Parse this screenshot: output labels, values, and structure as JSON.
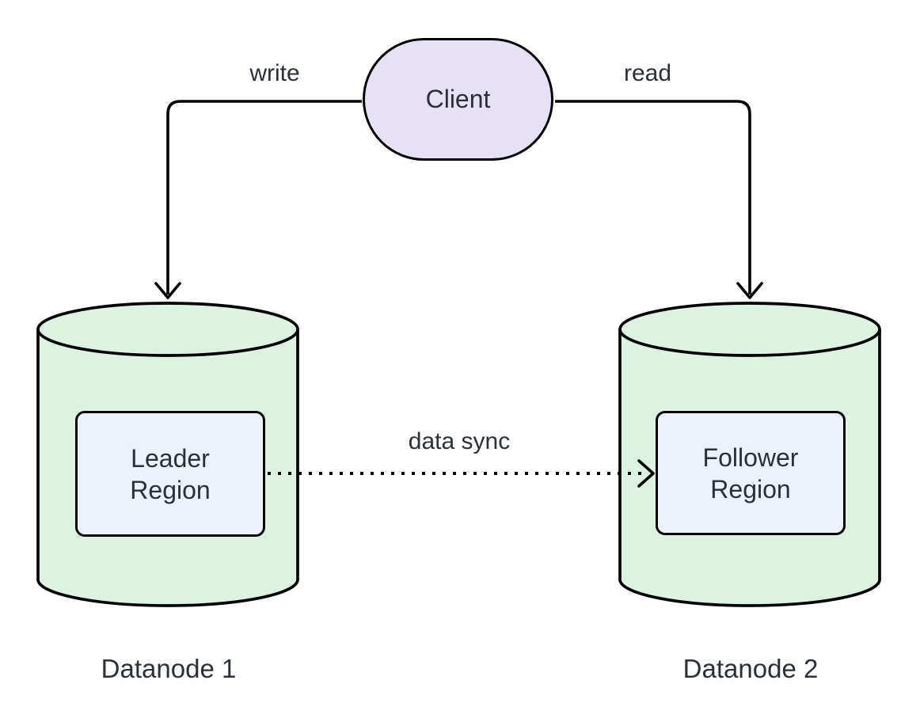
{
  "diagram_type": "architecture-flowchart",
  "nodes": {
    "client": {
      "label": "Client",
      "shape": "stadium"
    },
    "leader_region": {
      "label": "Leader Region",
      "shape": "rounded-rect"
    },
    "follower_region": {
      "label": "Follower Region",
      "shape": "rounded-rect"
    },
    "datanode1": {
      "label": "Datanode 1",
      "shape": "cylinder"
    },
    "datanode2": {
      "label": "Datanode 2",
      "shape": "cylinder"
    }
  },
  "edges": {
    "write": {
      "label": "write",
      "from": "Client",
      "to": "Datanode 1",
      "style": "solid-arrow"
    },
    "read": {
      "label": "read",
      "from": "Client",
      "to": "Datanode 2",
      "style": "solid-arrow"
    },
    "data_sync": {
      "label": "data sync",
      "from": "Leader Region",
      "to": "Follower Region",
      "style": "dotted-arrow"
    }
  },
  "colors": {
    "client_fill": "#E7E1F8",
    "cylinder_fill": "#DDF3E1",
    "region_fill": "#EDF2FA",
    "stroke_color": "#000000",
    "text_color": "#2B3038",
    "canvas_bg": "#FFFFFF"
  }
}
